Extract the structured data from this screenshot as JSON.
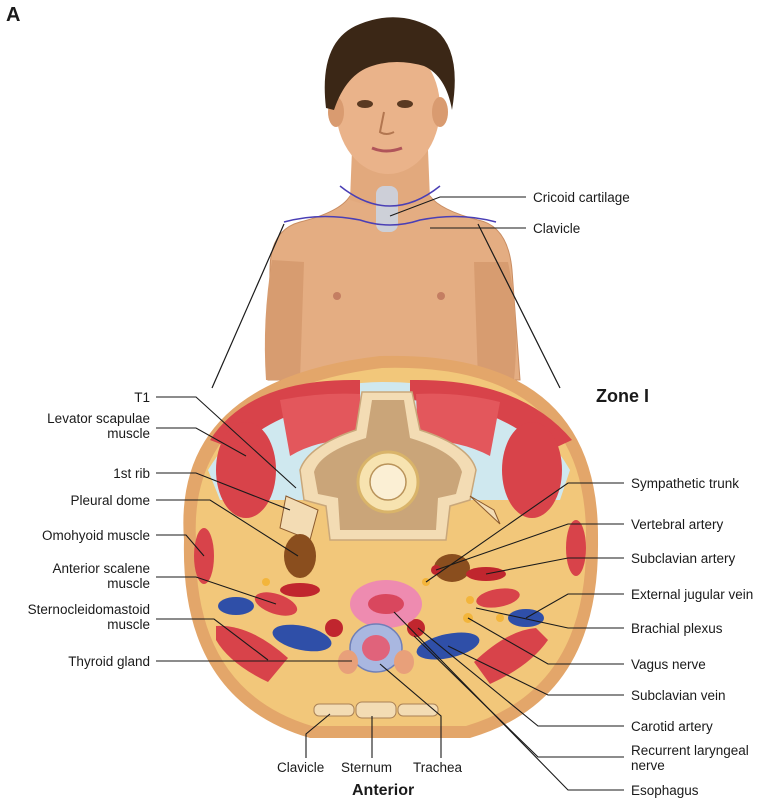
{
  "panel_letter": "A",
  "zone_title": "Zone I",
  "orientation_label": "Anterior",
  "labels": {
    "cricoid_cartilage": "Cricoid cartilage",
    "clavicle_top": "Clavicle",
    "t1": "T1",
    "levator_scapulae": "Levator scapulae muscle",
    "first_rib": "1st rib",
    "pleural_dome": "Pleural dome",
    "omohyoid": "Omohyoid muscle",
    "anterior_scalene": "Anterior scalene muscle",
    "sternocleidomastoid": "Sternocleidomastoid muscle",
    "thyroid_gland": "Thyroid gland",
    "sympathetic_trunk": "Sympathetic trunk",
    "vertebral_artery": "Vertebral artery",
    "subclavian_artery": "Subclavian artery",
    "external_jugular": "External jugular vein",
    "brachial_plexus": "Brachial plexus",
    "vagus_nerve": "Vagus nerve",
    "subclavian_vein": "Subclavian vein",
    "carotid_artery": "Carotid artery",
    "recurrent_laryngeal": "Recurrent laryngeal nerve",
    "esophagus": "Esophagus",
    "clavicle_bottom": "Clavicle",
    "sternum": "Sternum",
    "trachea": "Trachea"
  },
  "colors": {
    "skin": "#e8b48a",
    "skin_shadow": "#c98d62",
    "hair": "#3b2716",
    "fat": "#f2c77a",
    "muscle": "#d8434a",
    "muscle_light": "#ef8a8c",
    "bone": "#f3dcb4",
    "bone_spongy": "#8a5a2e",
    "vein": "#2f4fa8",
    "artery": "#c0262e",
    "nerve": "#f3b53b",
    "pleura": "#a3d4e3",
    "trachea": "#a9b7e0",
    "esophagus": "#ee8bb0",
    "outline": "#4a3fb5"
  }
}
